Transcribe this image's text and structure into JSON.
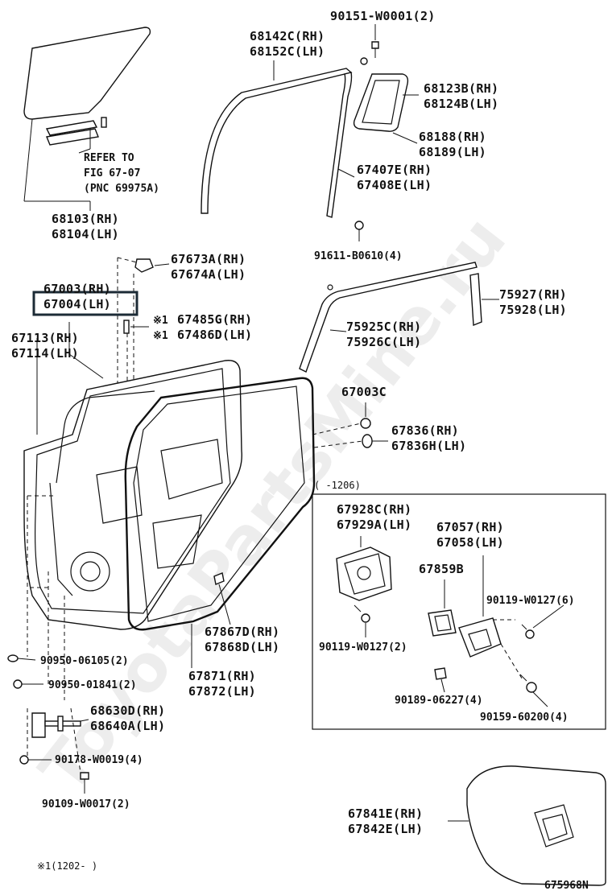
{
  "watermark": "ToyotaPartsMine.ru",
  "highlight_part": "67004(LH)",
  "labels": {
    "p90151": "90151-W0001(2)",
    "p68142c": "68142C(RH)",
    "p68152c": "68152C(LH)",
    "p68123b": "68123B(RH)",
    "p68124b": "68124B(LH)",
    "p68188": "68188(RH)",
    "p68189": "68189(LH)",
    "p67407e": "67407E(RH)",
    "p67408e": "67408E(LH)",
    "refer1": "REFER TO",
    "refer2": "FIG 67-07",
    "refer3": "(PNC 69975A)",
    "p68103": "68103(RH)",
    "p68104": "68104(LH)",
    "p91611": "91611-B0610(4)",
    "p67673a": "67673A(RH)",
    "p67674a": "67674A(LH)",
    "p67003rh": "67003(RH)",
    "p67004lh": "67004(LH)",
    "p75927": "75927(RH)",
    "p75928": "75928(LH)",
    "p67485g": "67485G(RH)",
    "p67486d": "67486D(LH)",
    "note_mark": "※1",
    "p75925c": "75925C(RH)",
    "p75926c": "75926C(LH)",
    "p67113": "67113(RH)",
    "p67114": "67114(LH)",
    "p67003c": "67003C",
    "p67836rh": "67836(RH)",
    "p67836h": "67836H(LH)",
    "box_range": "(   -1206)",
    "p67928c": "67928C(RH)",
    "p67929a": "67929A(LH)",
    "p67057": "67057(RH)",
    "p67058": "67058(LH)",
    "p67859b": "67859B",
    "p90119a": "90119-W0127(6)",
    "p90119b": "90119-W0127(2)",
    "p67867d": "67867D(RH)",
    "p67868d": "67868D(LH)",
    "p90950_06105": "90950-06105(2)",
    "p67871": "67871(RH)",
    "p67872": "67872(LH)",
    "p90950_01841": "90950-01841(2)",
    "p90189": "90189-06227(4)",
    "p90159": "90159-60200(4)",
    "p68630d": "68630D(RH)",
    "p68640a": "68640A(LH)",
    "p90178": "90178-W0019(4)",
    "p90109": "90109-W0017(2)",
    "p67841e": "67841E(RH)",
    "p67842e": "67842E(LH)",
    "footnote": "※1(1202-     )",
    "fig_id": "675968N"
  }
}
